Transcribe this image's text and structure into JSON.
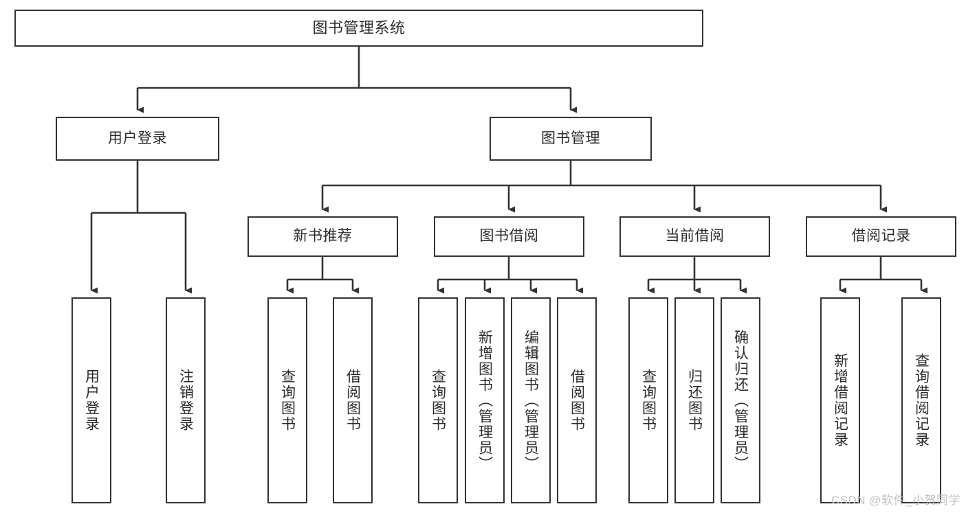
{
  "diagram": {
    "type": "tree",
    "title": "图书管理系统",
    "orientation": "top-down",
    "colors": {
      "box_border": "#333333",
      "box_fill": "#ffffff",
      "text": "#2b2b2b",
      "connector": "#333333",
      "watermark": "#c2c2c2",
      "background": "#ffffff"
    },
    "nodes": {
      "root": {
        "label": "图书管理系统"
      },
      "level2": [
        {
          "id": "user-login",
          "label": "用户登录"
        },
        {
          "id": "book-management",
          "label": "图书管理"
        }
      ],
      "level3": [
        {
          "id": "new-book-recommend",
          "label": "新书推荐",
          "parent": "book-management"
        },
        {
          "id": "book-borrow",
          "label": "图书借阅",
          "parent": "book-management"
        },
        {
          "id": "current-borrow",
          "label": "当前借阅",
          "parent": "book-management"
        },
        {
          "id": "borrow-record",
          "label": "借阅记录",
          "parent": "book-management"
        }
      ],
      "leaves": [
        {
          "id": "leaf-user-login",
          "label": "用户登录",
          "parent": "user-login"
        },
        {
          "id": "leaf-user-logout",
          "label": "注销登录",
          "parent": "user-login"
        },
        {
          "id": "leaf-query-book-1",
          "label": "查询图书",
          "parent": "new-book-recommend"
        },
        {
          "id": "leaf-borrow-book-1",
          "label": "借阅图书",
          "parent": "new-book-recommend"
        },
        {
          "id": "leaf-query-book-2",
          "label": "查询图书",
          "parent": "book-borrow"
        },
        {
          "id": "leaf-add-book",
          "label": "新增图书（管理员）",
          "parent": "book-borrow"
        },
        {
          "id": "leaf-edit-book",
          "label": "编辑图书（管理员）",
          "parent": "book-borrow"
        },
        {
          "id": "leaf-borrow-book-2",
          "label": "借阅图书",
          "parent": "book-borrow"
        },
        {
          "id": "leaf-query-book-3",
          "label": "查询图书",
          "parent": "current-borrow"
        },
        {
          "id": "leaf-return-book",
          "label": "归还图书",
          "parent": "current-borrow"
        },
        {
          "id": "leaf-confirm-return",
          "label": "确认归还（管理员）",
          "parent": "current-borrow"
        },
        {
          "id": "leaf-add-record",
          "label": "新增借阅记录",
          "parent": "borrow-record"
        },
        {
          "id": "leaf-query-record",
          "label": "查询借阅记录",
          "parent": "borrow-record"
        }
      ]
    }
  },
  "watermark": {
    "text": "CSDN @软件_小贺同学"
  }
}
